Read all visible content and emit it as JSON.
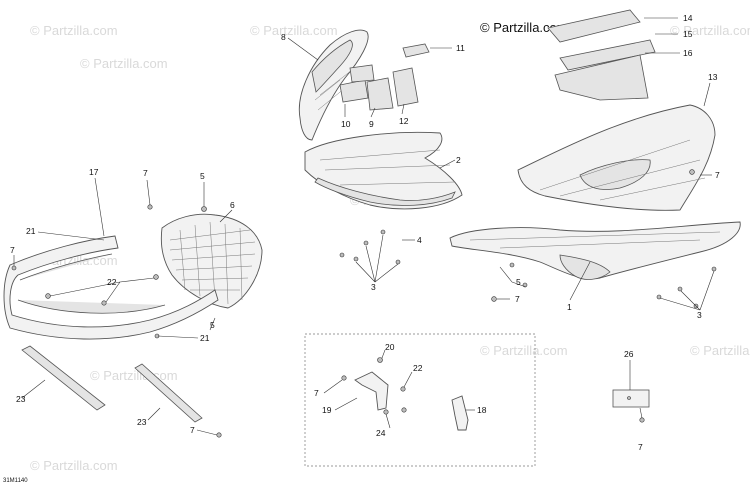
{
  "brand": {
    "text": "© Partzilla.com",
    "watermark": "© Partzilla.com"
  },
  "diagram_code": "31M1140",
  "callouts": {
    "c1": "1",
    "c2": "2",
    "c3a": "3",
    "c3b": "3",
    "c4": "4",
    "c5a": "5",
    "c5b": "5",
    "c6": "6",
    "c7a": "7",
    "c7b": "7",
    "c7c": "7",
    "c7d": "7",
    "c7e": "7",
    "c8": "8",
    "c9": "9",
    "c10": "10",
    "c11": "11",
    "c12": "12",
    "c13": "13",
    "c14": "14",
    "c15": "15",
    "c16": "16",
    "c17": "17",
    "c18": "18",
    "c19": "19",
    "c20": "20",
    "c21a": "21",
    "c21b": "21",
    "c22a": "22",
    "c22b": "22",
    "c23a": "23",
    "c23b": "23",
    "c24": "24",
    "c26": "26"
  }
}
